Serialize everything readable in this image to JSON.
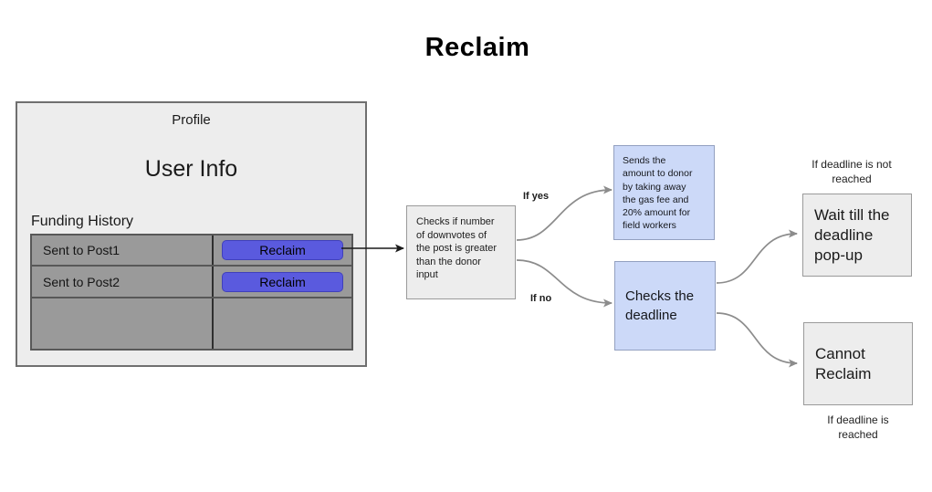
{
  "title": "Reclaim",
  "colors": {
    "accent_button": "#5a5ade",
    "flow_blue_fill": "#ccd9f8",
    "flow_gray_fill": "#ededed",
    "table_row_gray": "#9a9a9a"
  },
  "profile": {
    "title": "Profile",
    "subtitle": "User Info",
    "section_heading": "Funding History",
    "rows": [
      {
        "label": "Sent to Post1",
        "button": "Reclaim"
      },
      {
        "label": "Sent to Post2",
        "button": "Reclaim"
      }
    ]
  },
  "flow": {
    "decision_box": "Checks if number\nof downvotes of\nthe post is greater\nthan the donor\ninput",
    "yes_label": "If yes",
    "no_label": "If no",
    "send_box": "Sends the\namount to donor\nby taking away\nthe gas fee and\n20% amount for\nfield workers",
    "deadline_box": "Checks the\ndeadline",
    "wait_box": "Wait till the\ndeadline\npop-up",
    "cannot_box": "Cannot\nReclaim",
    "not_reached_label": "If deadline is not\nreached",
    "reached_label": "If deadline is\nreached"
  }
}
